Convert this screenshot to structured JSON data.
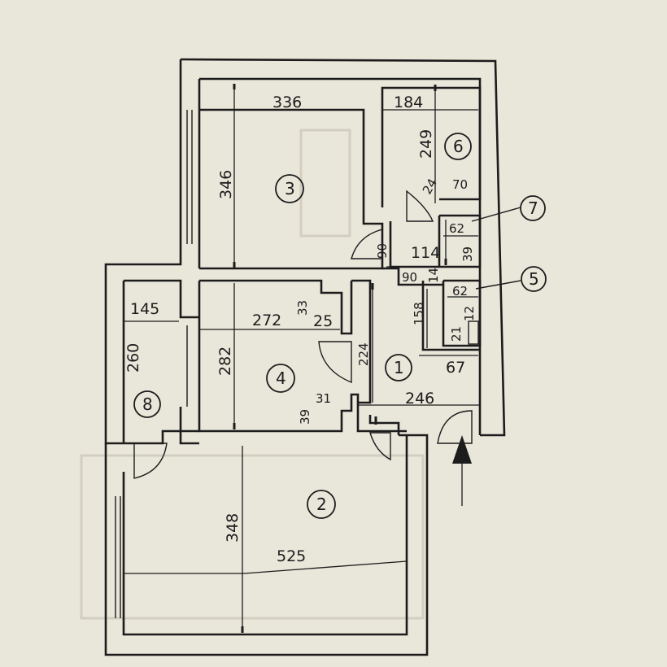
{
  "rooms": [
    {
      "id": "1",
      "label": "1"
    },
    {
      "id": "2",
      "label": "2"
    },
    {
      "id": "3",
      "label": "3"
    },
    {
      "id": "4",
      "label": "4"
    },
    {
      "id": "5",
      "label": "5"
    },
    {
      "id": "6",
      "label": "6"
    },
    {
      "id": "7",
      "label": "7"
    },
    {
      "id": "8",
      "label": "8"
    }
  ],
  "dimensions": {
    "room3_width": "336",
    "room3_height": "346",
    "room6_width": "184",
    "room6_height": "249",
    "room6_small": "70",
    "door6": "24",
    "room7_width": "62",
    "room7_height": "39",
    "hall_width": "114",
    "hall_door": "90",
    "corridor_width": "90",
    "corridor_small": "14",
    "room5_width": "62",
    "room5_a": "21",
    "room5_b": "12",
    "room8_width": "145",
    "room8_height": "260",
    "room4_width": "272",
    "room4_height": "282",
    "room4_notch_a": "33",
    "room4_notch_b": "25",
    "room4_notch_c": "31",
    "room4_notch_d": "39",
    "room1_a": "224",
    "room1_b": "158",
    "room1_c": "67",
    "room1_width": "246",
    "room2_width": "525",
    "room2_height": "348"
  }
}
